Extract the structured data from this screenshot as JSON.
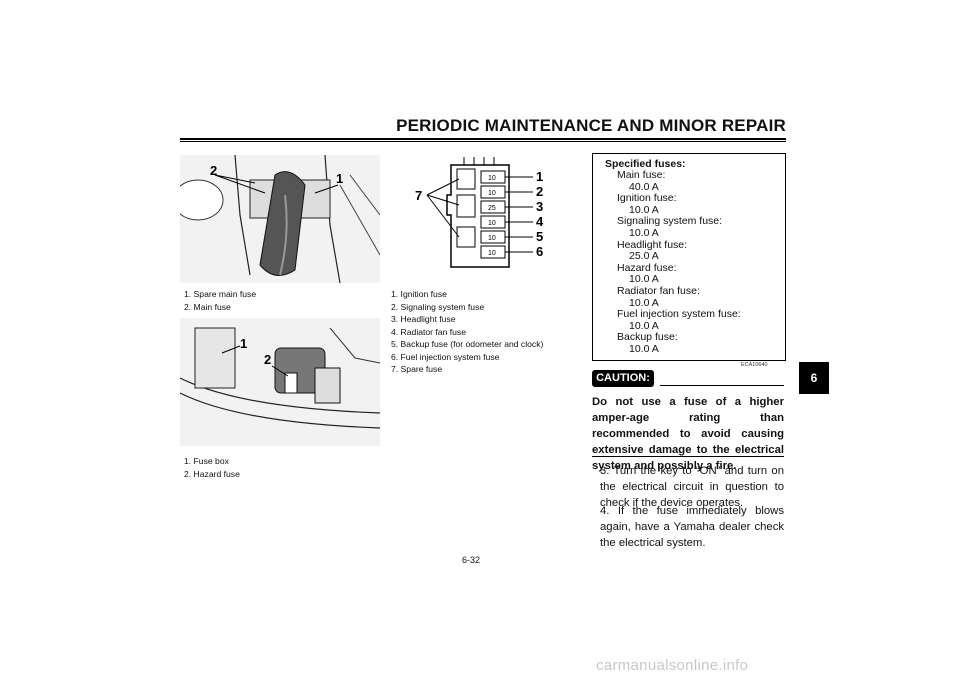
{
  "header": {
    "title": "PERIODIC MAINTENANCE AND MINOR REPAIR"
  },
  "figure1": {
    "callouts": [
      "2",
      "1"
    ],
    "captions": [
      "1. Spare main fuse",
      "2. Main fuse"
    ]
  },
  "figure2": {
    "callouts": [
      "1",
      "2"
    ],
    "captions": [
      "1. Fuse box",
      "2. Hazard fuse"
    ]
  },
  "figure3": {
    "callouts_right": [
      "1",
      "2",
      "3",
      "4",
      "5",
      "6"
    ],
    "callout_left": "7",
    "fuse_labels": [
      "10",
      "10",
      "25",
      "10",
      "10",
      "10"
    ],
    "captions": [
      "1. Ignition fuse",
      "2. Signaling system fuse",
      "3. Headlight fuse",
      "4. Radiator fan fuse",
      "5. Backup fuse (for odometer and clock)",
      "6. Fuel injection system fuse",
      "7. Spare fuse"
    ]
  },
  "specs": {
    "title": "Specified fuses:",
    "items": [
      {
        "name": "Main fuse:",
        "value": "40.0 A"
      },
      {
        "name": "Ignition fuse:",
        "value": "10.0 A"
      },
      {
        "name": "Signaling system fuse:",
        "value": "10.0 A"
      },
      {
        "name": "Headlight fuse:",
        "value": "25.0 A"
      },
      {
        "name": "Hazard fuse:",
        "value": "10.0 A"
      },
      {
        "name": "Radiator fan fuse:",
        "value": "10.0 A"
      },
      {
        "name": "Fuel injection system fuse:",
        "value": "10.0 A"
      },
      {
        "name": "Backup fuse:",
        "value": "10.0 A"
      }
    ]
  },
  "caution": {
    "code": "ECA10640",
    "badge": "CAUTION:",
    "text": "Do not use a fuse of a higher amper-age rating than recommended to avoid causing extensive damage to the electrical system and possibly a fire."
  },
  "steps": [
    {
      "text": "3. Turn the key to “ON” and turn on the electrical circuit in question to check if the device operates."
    },
    {
      "text": "4. If the fuse immediately blows again, have a Yamaha dealer check the electrical system."
    }
  ],
  "page_number": "6-32",
  "side_tab": "6",
  "watermark": "carmanualsonline.info"
}
